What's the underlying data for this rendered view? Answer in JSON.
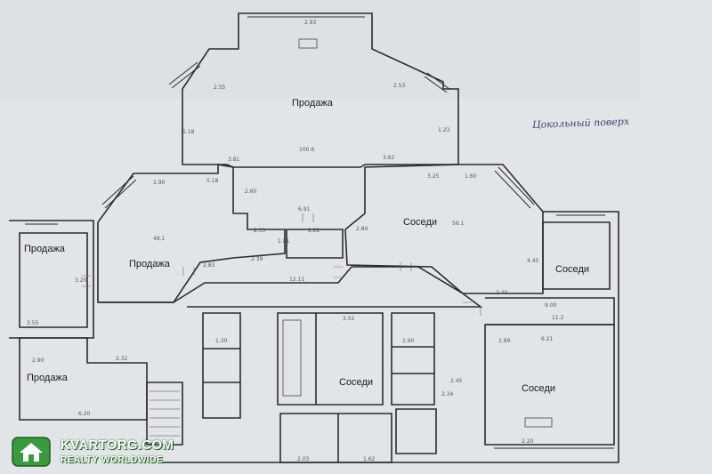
{
  "plan": {
    "title": "Цокольный поверх",
    "rooms": [
      {
        "id": "sale-top",
        "label": "Продажа"
      },
      {
        "id": "sale-mid",
        "label": "Продажа"
      },
      {
        "id": "sale-left",
        "label": "Продажа"
      },
      {
        "id": "sale-bottom-left",
        "label": "Продажа"
      },
      {
        "id": "neighbors-center",
        "label": "Соседи"
      },
      {
        "id": "neighbors-right",
        "label": "Соседи"
      },
      {
        "id": "neighbors-lower",
        "label": "Соседи"
      },
      {
        "id": "neighbors-bottom-right",
        "label": "Соседи"
      }
    ],
    "dimensions": [
      "2.93",
      "2.55",
      "2.53",
      "5.18",
      "1.23",
      "100.6",
      "3.81",
      "3.62",
      "1.90",
      "5.18",
      "3.25",
      "1.60",
      "48.1",
      "2.60",
      "6.91",
      "2.84",
      "56.1",
      "2.33",
      "1.81",
      "2.22",
      "4.45",
      "2.83",
      "2.39",
      "12.11",
      "2.40",
      "3.55",
      "3.20",
      "9.00",
      "3.52",
      "11.2",
      "6.21",
      "2.89",
      "2.90",
      "2.32",
      "6.20",
      "1.30",
      "1.90",
      "2.45",
      "2.34",
      "2.03",
      "1.62",
      "2.20"
    ]
  },
  "watermark": {
    "brand": "KVARTORG.COM",
    "tagline": "REALTY WORLDWIDE"
  },
  "colors": {
    "paper": "#e3e6e8",
    "line": "#2b2b2b",
    "hatch": "#555555",
    "ink_hand": "#3b4a6b",
    "watermark_green": "#2e7d32"
  }
}
